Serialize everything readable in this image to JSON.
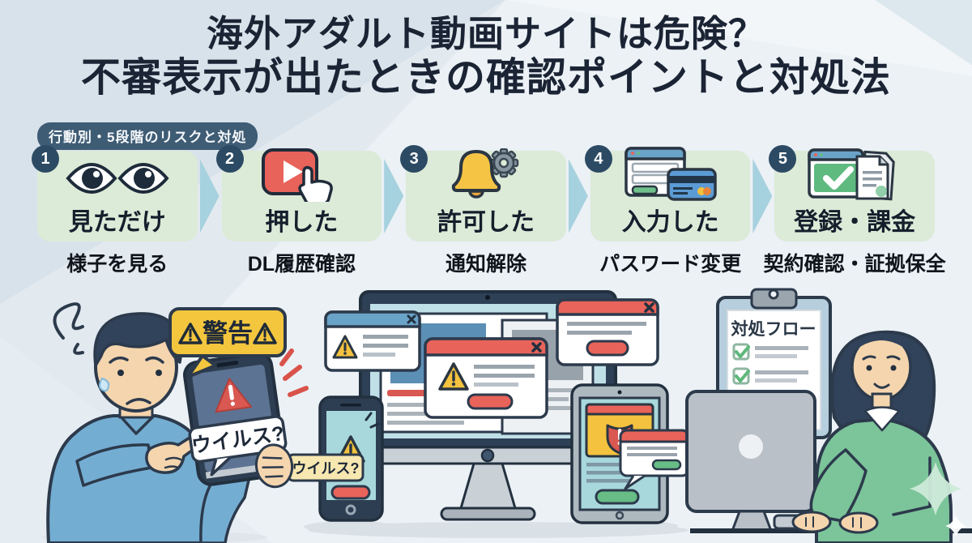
{
  "title": {
    "line1": "海外アダルト動画サイトは危険？",
    "line2": "不審表示が出たときの確認ポイントと対処法"
  },
  "ribbon_label": "行動別・5段階のリスクと対処",
  "steps": [
    {
      "number": "1",
      "icon": "eyes-icon",
      "action": "見ただけ",
      "response": "様子を見る"
    },
    {
      "number": "2",
      "icon": "play-button-click-icon",
      "action": "押した",
      "response": "DL履歴確認"
    },
    {
      "number": "3",
      "icon": "bell-gear-icon",
      "action": "許可した",
      "response": "通知解除"
    },
    {
      "number": "4",
      "icon": "login-form-credit-card-icon",
      "action": "入力した",
      "response": "パスワード変更"
    },
    {
      "number": "5",
      "icon": "browser-check-documents-icon",
      "action": "登録・課金",
      "response": "契約確認・証拠保全"
    }
  ],
  "illustration": {
    "warning_bubble_text": "警告",
    "phone_alert_text": "ウイルス?",
    "phone2_alert_text": "ウイルス?",
    "clipboard_title": "対処フロー"
  },
  "colors": {
    "title_text": "#1b2434",
    "ribbon_bg": "#3f5c75",
    "step_box_green": "#dcead8",
    "arrow_blue": "#a6d1de",
    "badge_navy": "#2c4a63",
    "alert_red": "#e8635a",
    "warning_yellow": "#f4c23e",
    "header_blue": "#6aa3c8",
    "ok_green": "#67bd85",
    "screen_teal": "#a8d8dc"
  }
}
